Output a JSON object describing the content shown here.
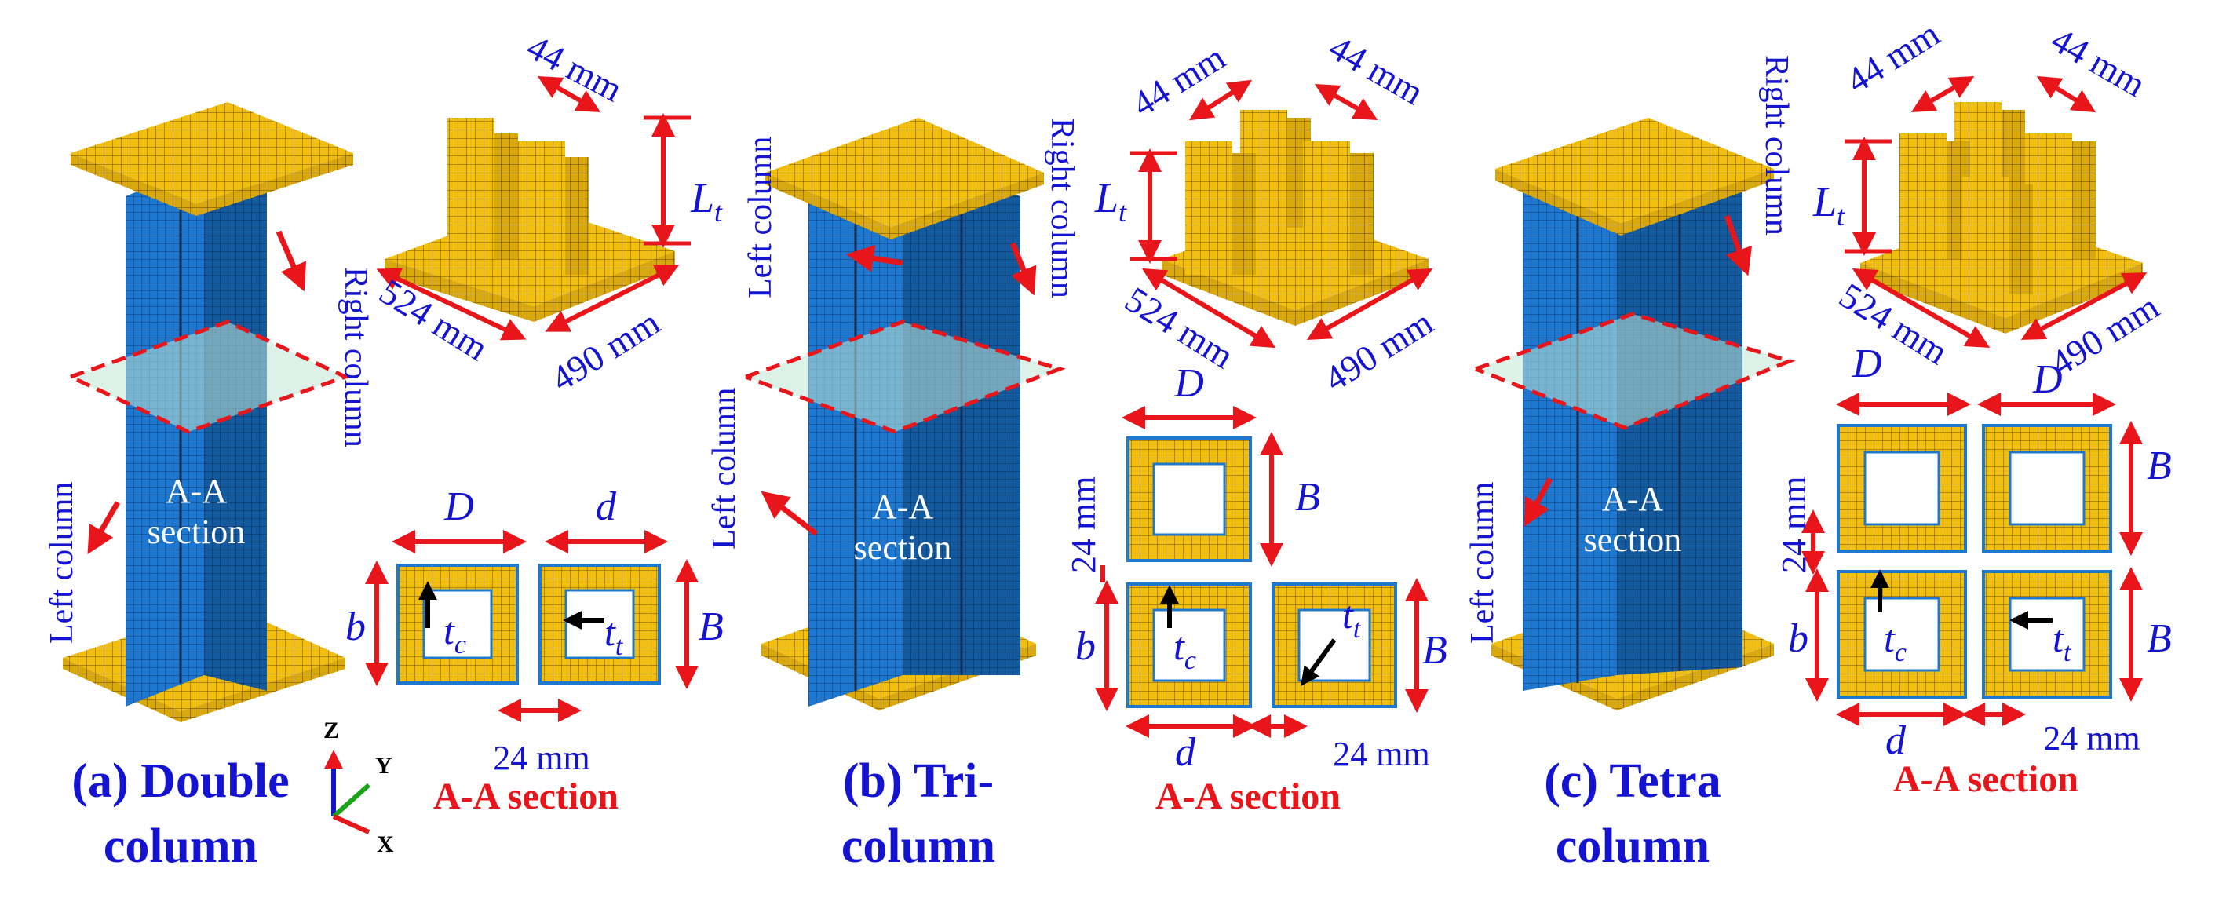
{
  "panels": {
    "a": {
      "caption_line1": "(a) Double",
      "caption_line2": "column",
      "left_column": "Left column",
      "right_column": "Right column",
      "section_line1": "A-A",
      "section_line2": "section",
      "dim_top": "44 mm",
      "dim_base_left": "524 mm",
      "dim_base_right": "490 mm",
      "Lt_main": "L",
      "Lt_sub": "t",
      "sym_D": "D",
      "sym_d": "d",
      "sym_b": "b",
      "sym_B": "B",
      "tc_main": "t",
      "tc_sub": "c",
      "tt_main": "t",
      "tt_sub": "t",
      "gap": "24 mm",
      "section_title": "A-A section"
    },
    "b": {
      "caption_line1": "(b) Tri-",
      "caption_line2": "column",
      "left_column_1": "Left column",
      "left_column_2": "Left column",
      "right_column": "Right column",
      "section_line1": "A-A",
      "section_line2": "section",
      "dim_top_1": "44 mm",
      "dim_top_2": "44 mm",
      "dim_base_left": "524 mm",
      "dim_base_right": "490 mm",
      "Lt_main": "L",
      "Lt_sub": "t",
      "sym_D": "D",
      "sym_B_top": "B",
      "sym_b": "b",
      "sym_B": "B",
      "sym_d": "d",
      "gap_vertical": "24 mm",
      "gap": "24 mm",
      "tc_main": "t",
      "tc_sub": "c",
      "tt_main": "t",
      "tt_sub": "t",
      "section_title": "A-A section"
    },
    "c": {
      "caption_line1": "(c) Tetra",
      "caption_line2": "column",
      "left_column": "Left column",
      "right_column": "Right column",
      "section_line1": "A-A",
      "section_line2": "section",
      "dim_top_1": "44 mm",
      "dim_top_2": "44 mm",
      "dim_base_left": "524 mm",
      "dim_base_right": "490 mm",
      "Lt_main": "L",
      "Lt_sub": "t",
      "sym_D_1": "D",
      "sym_D_2": "D",
      "sym_B_1": "B",
      "sym_B_2": "B",
      "sym_b": "b",
      "sym_d": "d",
      "gap_vertical": "24 mm",
      "gap": "24 mm",
      "tc_main": "t",
      "tc_sub": "c",
      "tt_main": "t",
      "tt_sub": "t",
      "section_title": "A-A section"
    }
  },
  "axes": {
    "z": "Z",
    "y": "Y",
    "x": "X"
  },
  "colors": {
    "label_blue": "#1414d0",
    "dimension_red": "#e8151b",
    "column_blue": "#1d72c8",
    "plate_yellow": "#f2bf10",
    "section_plane": "#bfe7d6"
  }
}
